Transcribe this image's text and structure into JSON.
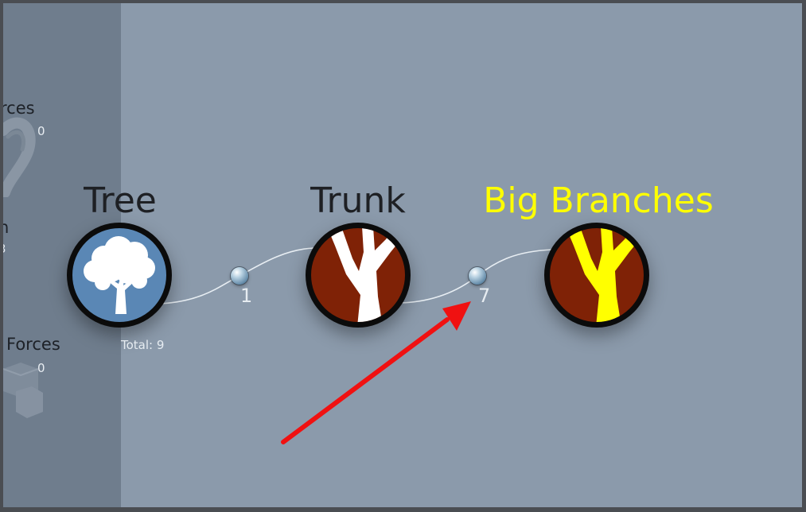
{
  "sidebar": {
    "items": [
      {
        "label": "rces",
        "count": "0",
        "icon": "magnet-icon"
      },
      {
        "label": "n",
        "count": "3",
        "icon": "blank"
      },
      {
        "label": "Forces",
        "count": "0",
        "icon": "cubes-icon"
      }
    ]
  },
  "nodes": [
    {
      "title": "Tree",
      "icon": "tree-icon",
      "bg": "#5a87b5",
      "total": "Total: 9"
    },
    {
      "title": "Trunk",
      "icon": "trunk-icon",
      "bg": "#7f2206"
    },
    {
      "title": "Big Branches",
      "icon": "branches-icon",
      "bg": "#7f2206",
      "highlight": "#ffff00"
    }
  ],
  "links": [
    {
      "count": "1"
    },
    {
      "count": "7"
    }
  ],
  "colors": {
    "arrow": "#f01111",
    "highlight": "#ffff00"
  }
}
